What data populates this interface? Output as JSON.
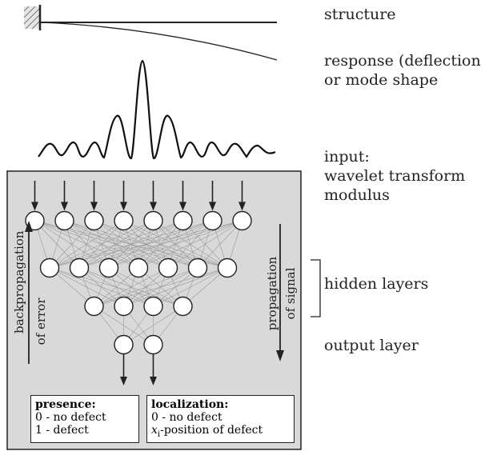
{
  "labels": {
    "structure": "structure",
    "response_line1": "response (deflection",
    "response_line2": "or mode shape",
    "input_line1": "input:",
    "input_line2": "wavelet transform",
    "input_line3": "modulus",
    "hidden_layers": "hidden layers",
    "output_layer": "output layer",
    "backprop_line1": "backpropagation",
    "backprop_line2": "of error",
    "propagation_line1": "propagation",
    "propagation_line2": "of signal"
  },
  "outputs": {
    "presence": {
      "title": "presence:",
      "line1": "0 - no defect",
      "line2": "1 - defect"
    },
    "localization": {
      "title": "localization:",
      "line1": "0 - no defect",
      "line2_var": "x",
      "line2_sub": "i",
      "line2_rest": "-position of defect"
    }
  },
  "network": {
    "layer_sizes": [
      8,
      7,
      4,
      2
    ]
  },
  "colors": {
    "panel": "#d9d9d9",
    "ink": "#222222",
    "connection": "#9a9a9a"
  }
}
